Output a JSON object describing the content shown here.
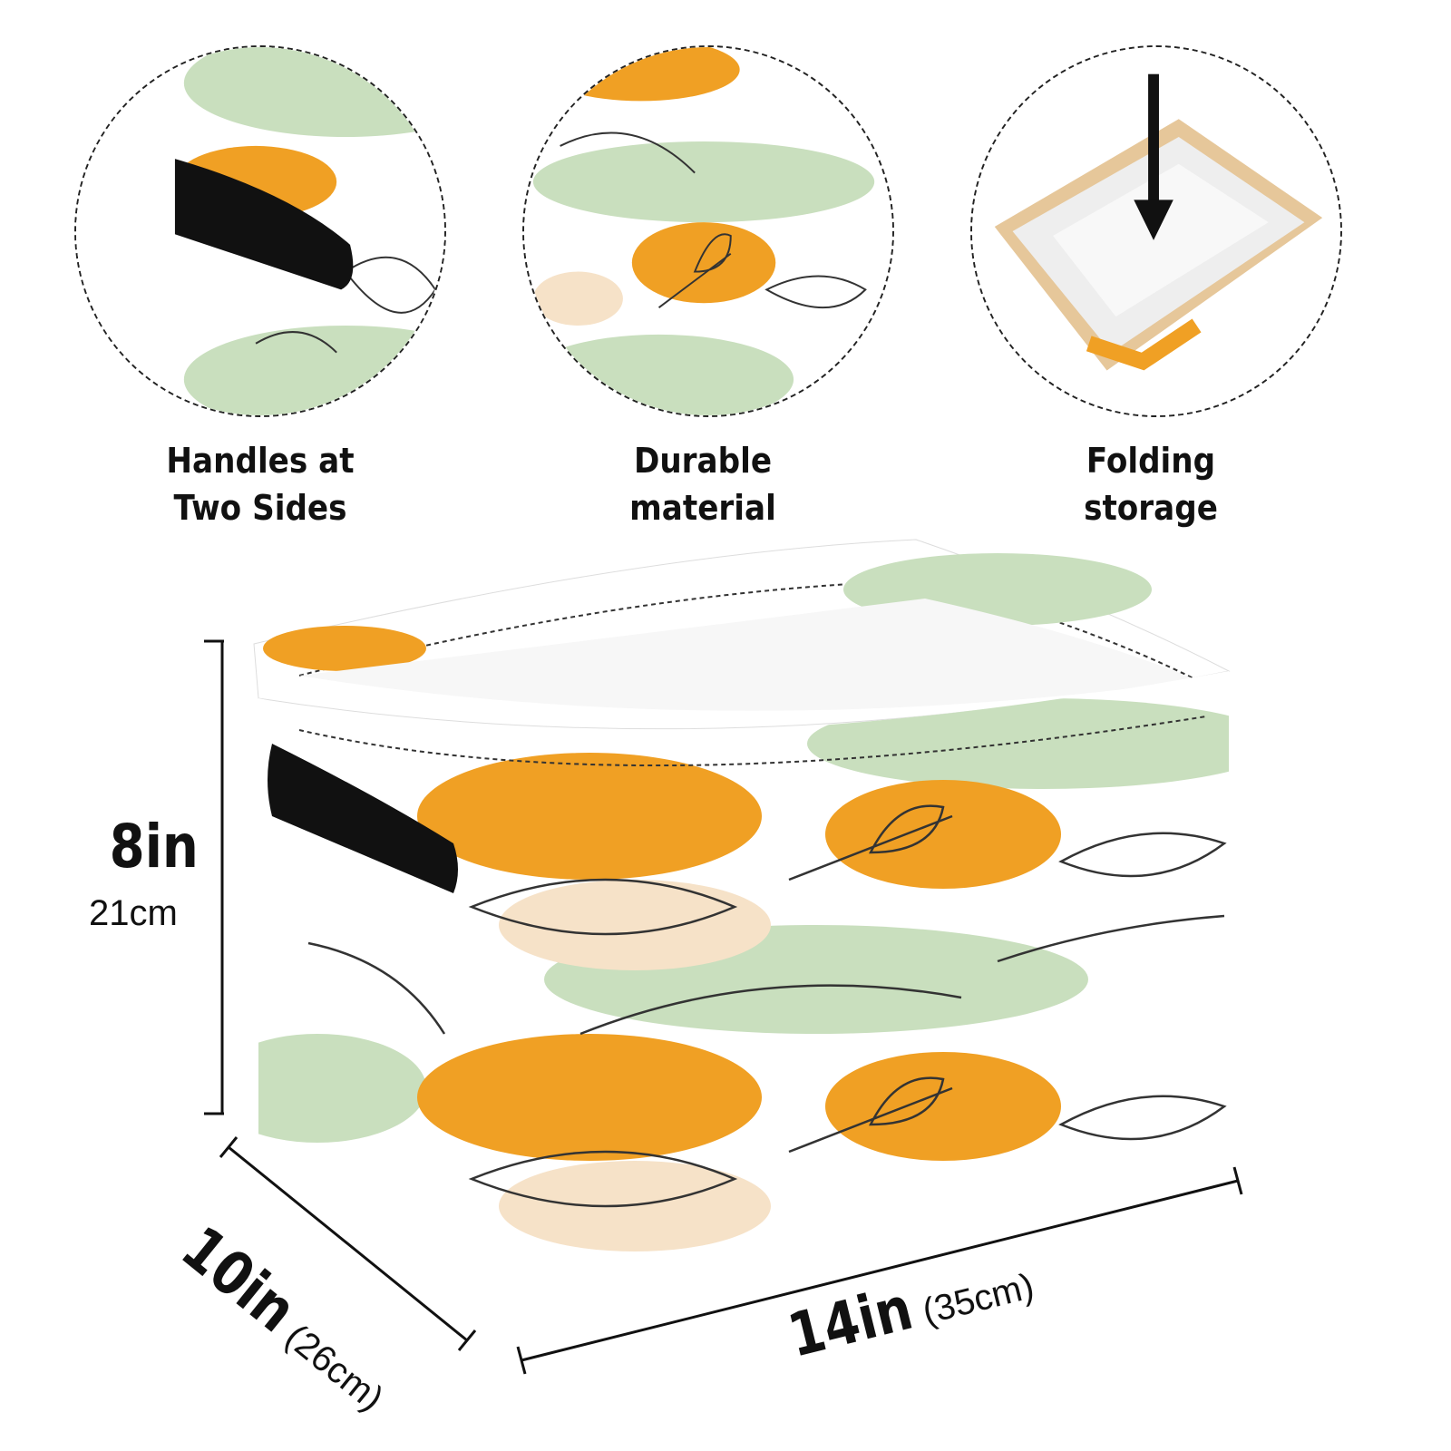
{
  "features": [
    {
      "icon": "handle-closeup",
      "line1": "Handles at",
      "line2": "Two Sides"
    },
    {
      "icon": "fabric-closeup",
      "line1": "Durable",
      "line2": "material"
    },
    {
      "icon": "folding-closeup",
      "line1": "Folding",
      "line2": "storage"
    }
  ],
  "dimensions": {
    "height_in": "8in",
    "height_cm": "21cm",
    "depth_in": "10in",
    "depth_cm": "(26cm)",
    "width_in": "14in",
    "width_cm": "(35cm)"
  },
  "colors": {
    "orange": "#F0A024",
    "green": "#C9DFBE",
    "peach": "#F6E2C8",
    "handle": "#111111"
  }
}
